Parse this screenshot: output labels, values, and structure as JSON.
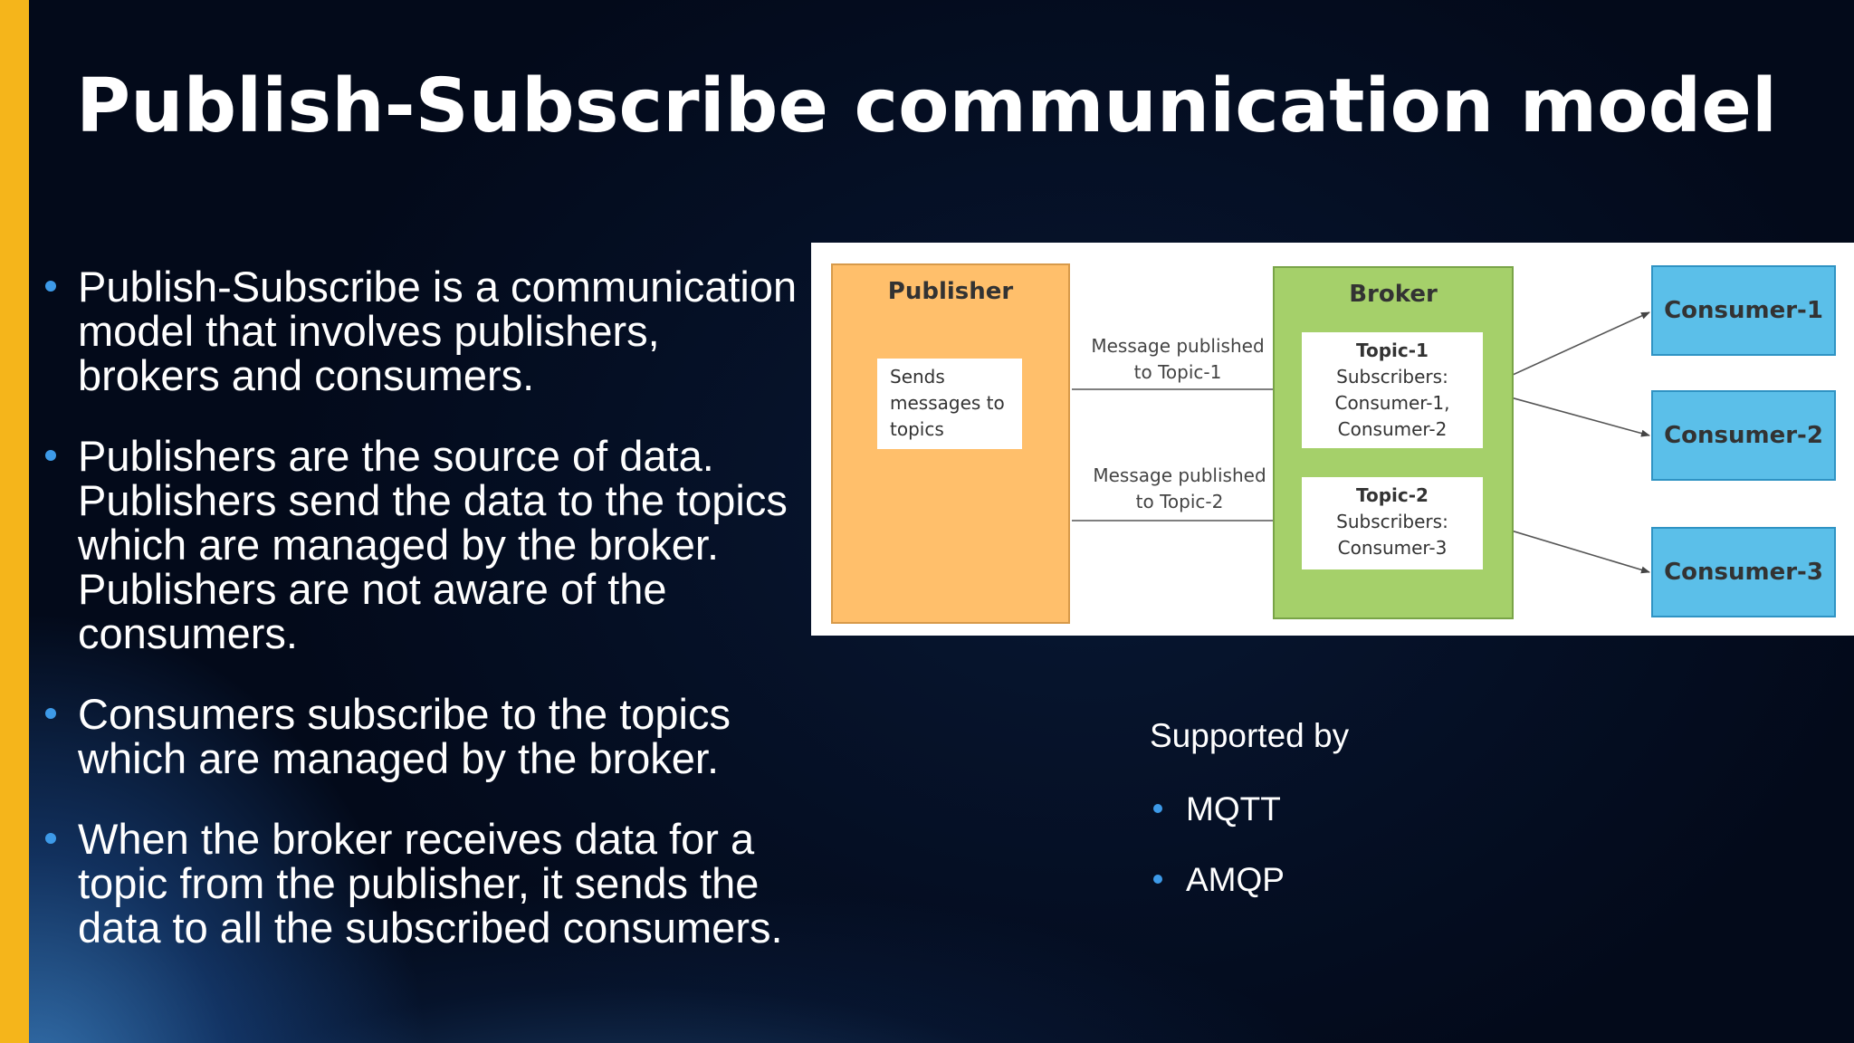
{
  "slide": {
    "title": "Publish-Subscribe communication model",
    "accent_color": "#f5b51b",
    "bullets": [
      "Publish-Subscribe is a communication model that involves publishers, brokers and consumers.",
      "Publishers are the source of data. Publishers send the data to the topics which are managed by the broker. Publishers are not aware of the consumers.",
      "Consumers subscribe to the topics which are managed by the broker.",
      "When the broker receives data for a topic from the publisher, it sends the data to all the subscribed consumers."
    ],
    "bullet_color": "#3d9ae8"
  },
  "diagram": {
    "publisher": {
      "title": "Publisher",
      "note_lines": [
        "Sends",
        "messages to",
        "topics"
      ],
      "color": "#ffbf6b"
    },
    "broker": {
      "title": "Broker",
      "color": "#a5d06a",
      "topics": [
        {
          "name": "Topic-1",
          "lines": [
            "Subscribers:",
            "Consumer-1,",
            "Consumer-2"
          ]
        },
        {
          "name": "Topic-2",
          "lines": [
            "Subscribers:",
            "Consumer-3"
          ]
        }
      ]
    },
    "messages": [
      {
        "lines": [
          "Message published",
          "to Topic-1"
        ]
      },
      {
        "lines": [
          "Message published",
          "to Topic-2"
        ]
      }
    ],
    "consumers": [
      "Consumer-1",
      "Consumer-2",
      "Consumer-3"
    ],
    "consumer_color": "#5bbfe9"
  },
  "supported": {
    "title": "Supported by",
    "items": [
      "MQTT",
      "AMQP"
    ]
  }
}
